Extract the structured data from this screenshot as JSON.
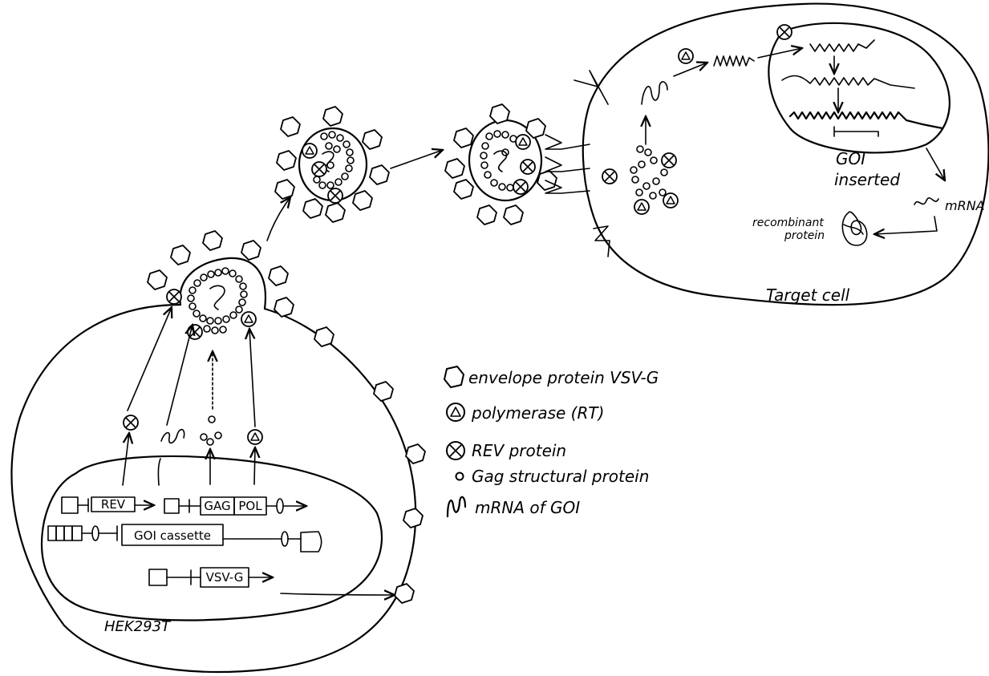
{
  "producer_cell": {
    "label": "HEK293T",
    "plasmids": {
      "rev": "REV",
      "gag": "GAG",
      "pol": "POL",
      "goi": "GOI cassette",
      "vsvg": "VSV-G"
    }
  },
  "target_cell": {
    "label": "Target cell",
    "goi_inserted": [
      "GOI",
      "inserted"
    ],
    "mrna": "mRNA",
    "recombinant_protein": [
      "recombinant",
      "protein"
    ]
  },
  "legend": {
    "items": [
      {
        "icon": "hexagon-icon",
        "text": "envelope protein VSV-G"
      },
      {
        "icon": "triangle-circle-icon",
        "text": "polymerase (RT)"
      },
      {
        "icon": "cross-circle-icon",
        "text": "REV protein"
      },
      {
        "icon": "small-circle-icon",
        "text": "Gag structural protein"
      },
      {
        "icon": "wavy-line-icon",
        "text": "mRNA of GOI"
      }
    ]
  }
}
